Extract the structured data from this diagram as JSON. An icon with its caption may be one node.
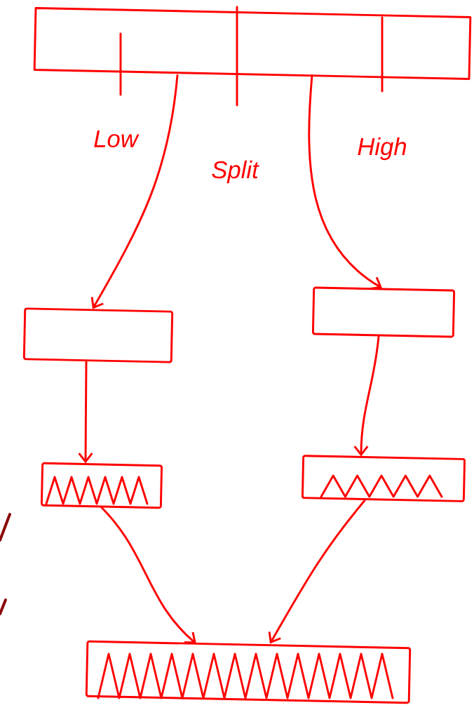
{
  "diagram": {
    "nodes": [
      {
        "text": [],
        "shape": "bar"
      },
      {
        "text": [],
        "shape": "box"
      },
      {
        "text": [],
        "shape": "box"
      },
      {
        "text": [],
        "shape": "box"
      },
      {
        "text": [],
        "shape": "box"
      },
      {
        "text": [],
        "shape": "box"
      }
    ],
    "edges": [
      {
        "from": 0,
        "to": 1,
        "arrow": "to",
        "label": "Low"
      },
      {
        "from": 0,
        "to": 2,
        "arrow": "to",
        "label": "High"
      },
      {
        "from": 1,
        "to": 3,
        "arrow": "to"
      },
      {
        "from": 2,
        "to": 4,
        "arrow": "to"
      },
      {
        "from": 3,
        "to": 5,
        "arrow": "to"
      },
      {
        "from": 4,
        "to": 5,
        "arrow": "to"
      }
    ],
    "labels": [
      "Split"
    ]
  }
}
